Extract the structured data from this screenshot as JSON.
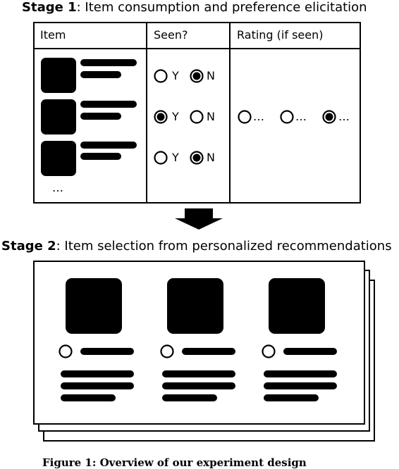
{
  "stage1": {
    "title_bold": "Stage 1",
    "title_rest": ": Item consumption and preference elicitation",
    "columns": [
      "Item",
      "Seen?",
      "Rating (if seen)"
    ],
    "rows": [
      {
        "seen": "N"
      },
      {
        "seen": "Y"
      },
      {
        "seen": "N"
      }
    ],
    "yes_label": "Y",
    "no_label": "N",
    "more_items": "…",
    "rating_options": [
      "…",
      "…",
      "…"
    ],
    "rating_selected_index": 2
  },
  "stage2": {
    "title_bold": "Stage 2",
    "title_rest": ": Item selection from personalized recommendations",
    "card_count": 3
  },
  "caption": "Figure 1: Overview of our experiment design",
  "colors": {
    "ink": "#000000",
    "paper": "#ffffff"
  }
}
